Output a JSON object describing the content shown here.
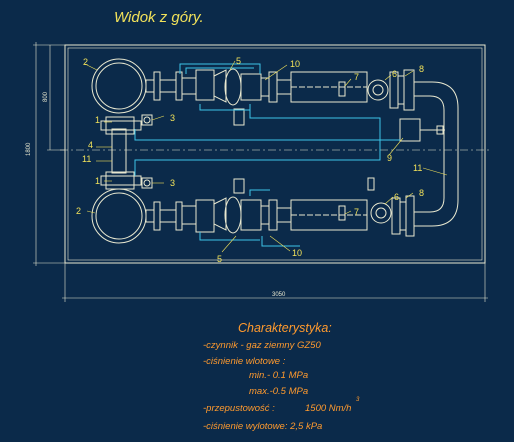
{
  "title": "Widok z góry.",
  "dimensions": {
    "width": "3050",
    "height_total": "1800",
    "height_part": "800"
  },
  "labels": {
    "n1": "1",
    "n2": "2",
    "n3": "3",
    "n4": "4",
    "n5": "5",
    "n6": "6",
    "n7": "7",
    "n8": "8",
    "n9": "9",
    "n10": "10",
    "n11": "11"
  },
  "characteristics": {
    "heading": "Charakterystyka:",
    "medium": "-czynnik - gaz ziemny GZ50",
    "inlet_pressure": "-ciśnienie wlotowe :",
    "min": "min.- 0.1 MPa",
    "max": "max.-0.5 MPa",
    "throughput_label": "-przepustowość :",
    "throughput_value": "1500 Nm/h",
    "throughput_exp": "3",
    "outlet_pressure": "-ciśnienie wylotowe: 2,5 kPa"
  },
  "colors": {
    "background": "#0b2a4a",
    "frame": "#e8e8d0",
    "labels": "#f2e25a",
    "equipment": "#e8e8d0",
    "impulse_lines": "#3cc4e8",
    "characteristics": "#ff9a2e"
  }
}
